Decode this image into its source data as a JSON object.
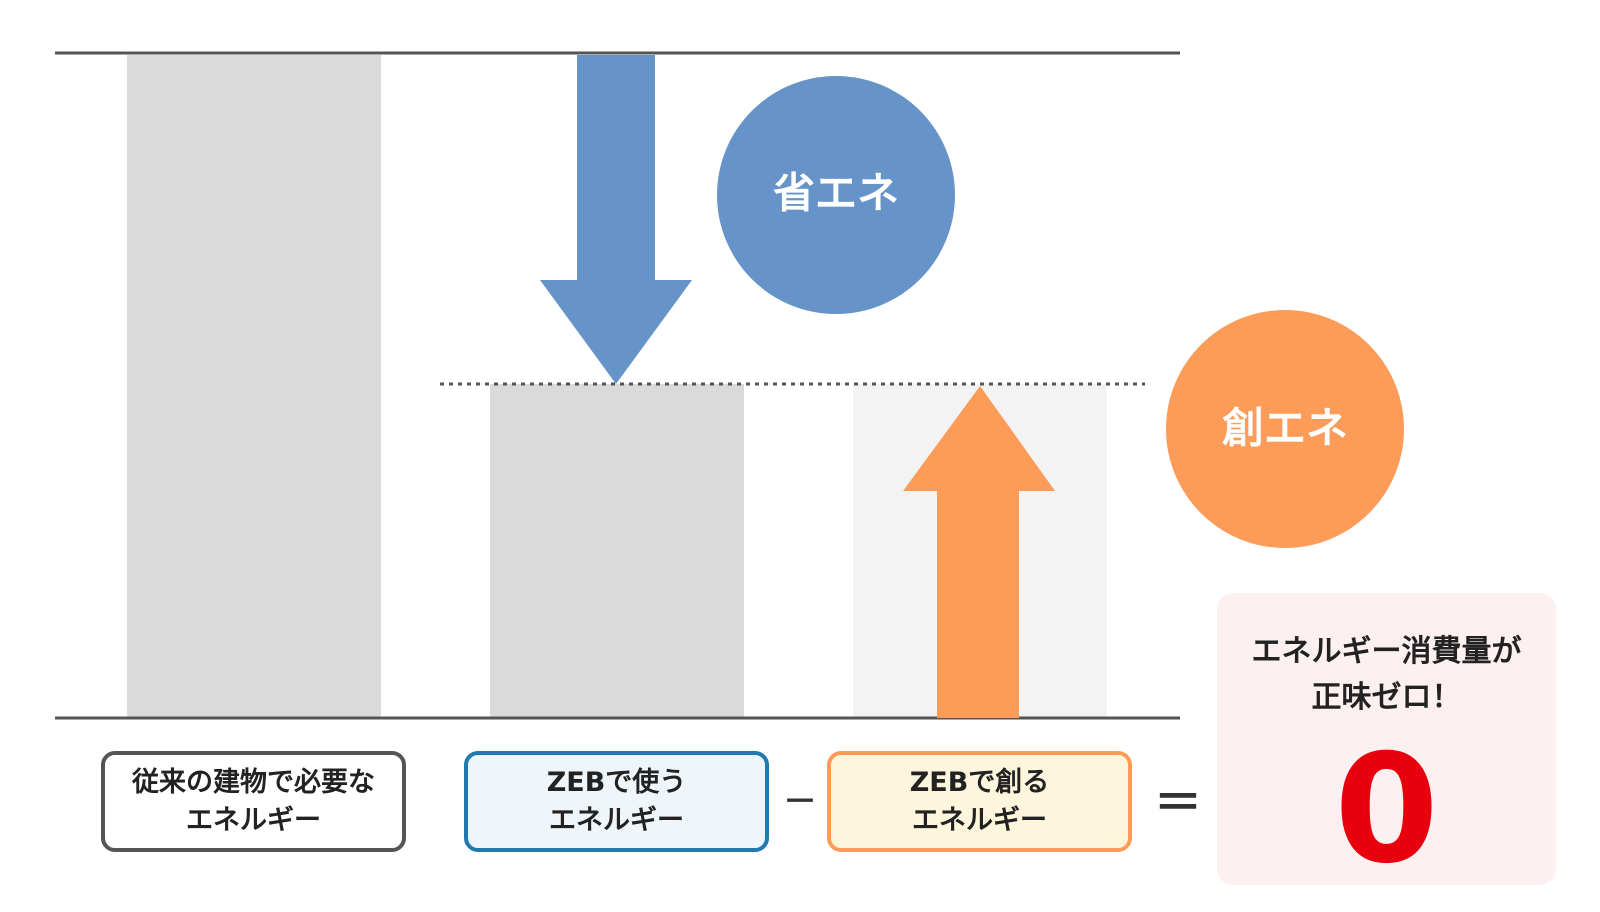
{
  "colors": {
    "bar_gray": "#dadada",
    "bar_light": "#f3f3f3",
    "line": "#555555",
    "blue": "#6693c8",
    "orange": "#fd9c58",
    "red": "#e8000f",
    "result_bg": "#fdf0f0",
    "box1_border": "#555555",
    "box1_fill": "#ffffff",
    "box2_border": "#2079b0",
    "box2_fill": "#eef6fb",
    "box3_border": "#fd9c58",
    "box3_fill": "#fdf6dc"
  },
  "circles": {
    "saving": "省エネ",
    "creating": "創エネ"
  },
  "labels": {
    "conventional": [
      "従来の建物で必要な",
      "エネルギー"
    ],
    "zeb_use": [
      "ZEBで使う",
      "エネルギー"
    ],
    "zeb_create": [
      "ZEBで創る",
      "エネルギー"
    ]
  },
  "operators": {
    "minus": "－",
    "equals": "＝"
  },
  "result": {
    "line1": "エネルギー消費量が",
    "line2": "正味ゼロ！",
    "value": "0"
  }
}
